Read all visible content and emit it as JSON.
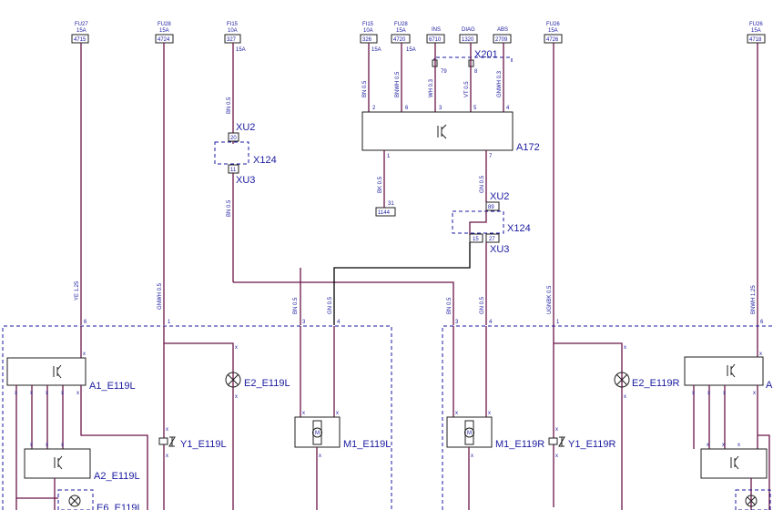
{
  "fuses": [
    {
      "id": "fu27",
      "name": "FU27",
      "amp": "15A",
      "code": "4715"
    },
    {
      "id": "fu28a",
      "name": "FU28",
      "amp": "15A",
      "code": "4724"
    },
    {
      "id": "fi15a",
      "name": "FI15",
      "amp": "10A",
      "code": "327"
    },
    {
      "id": "fi15b",
      "name": "FI15",
      "amp": "10A",
      "code": "326"
    },
    {
      "id": "fu28b",
      "name": "FU28",
      "amp": "15A",
      "code": "4720"
    },
    {
      "id": "ins",
      "name": "INS",
      "amp": "",
      "code": "6710"
    },
    {
      "id": "diag",
      "name": "DIAG",
      "amp": "",
      "code": "1320"
    },
    {
      "id": "abs",
      "name": "ABS",
      "amp": "",
      "code": "2709"
    },
    {
      "id": "fu26a",
      "name": "FU26",
      "amp": "15A",
      "code": "4726"
    },
    {
      "id": "fu26b",
      "name": "FU26",
      "amp": "15A",
      "code": "4718"
    }
  ],
  "fuse_note_327": "15A",
  "fuse_note_326": "15A",
  "fuse_note_4720": "15A",
  "wires": {
    "ye125": "YE 1.25",
    "gnwh05a": "GNWH 0.5",
    "bn05a": "BN 0.5",
    "bn05b": "BN 0.5",
    "bn05c": "BN 0.5",
    "bnwh05": "BNWH 0.5",
    "wh03": "WH 0.3",
    "vt05": "VT 0.5",
    "gnwh03": "GNWH 0.3",
    "bk05": "BK 0.5",
    "gn05a": "GN 0.5",
    "bn05d": "BN 0.5",
    "gn05b": "GN 0.5",
    "bn05e": "BN 0.5",
    "gn05c": "GN 0.5",
    "ugnbk05": "UGNBK 0.5",
    "bnwh125": "BNWH 1.25"
  },
  "connectors": {
    "xu2": "XU2",
    "xu3": "XU3",
    "x124": "X124",
    "x201": "X201",
    "a172": "A172",
    "pin_20": "20",
    "pin_11": "11",
    "pin_79": "79",
    "pin_8": "8",
    "pin_89": "89",
    "pin_15": "15",
    "pin_27": "27",
    "ground_pin": "31",
    "ground_code": "1144"
  },
  "a172_pins": [
    "2",
    "6",
    "3",
    "5",
    "4",
    "1",
    "7"
  ],
  "modules": {
    "a1_left": "A1_E119L",
    "a2_left": "A2_E119L",
    "e2_left": "E2_E119L",
    "y1_left": "Y1_E119L",
    "m1_left": "M1_E119L",
    "e6_left": "E6_E119L",
    "m1_right": "M1_E119R",
    "y1_right": "Y1_E119R",
    "e2_right": "E2_E119R",
    "a1_right": "A"
  },
  "module_pins": {
    "left_6": "6",
    "left_1": "1",
    "left_3": "3",
    "left_4": "4",
    "right_3": "3",
    "right_4": "4",
    "right_1": "1",
    "right_6": "6"
  },
  "x_marker": "x",
  "colors": {
    "wire": "#6a1548",
    "label": "#1a1aa0",
    "box": "#1f1f1f"
  }
}
